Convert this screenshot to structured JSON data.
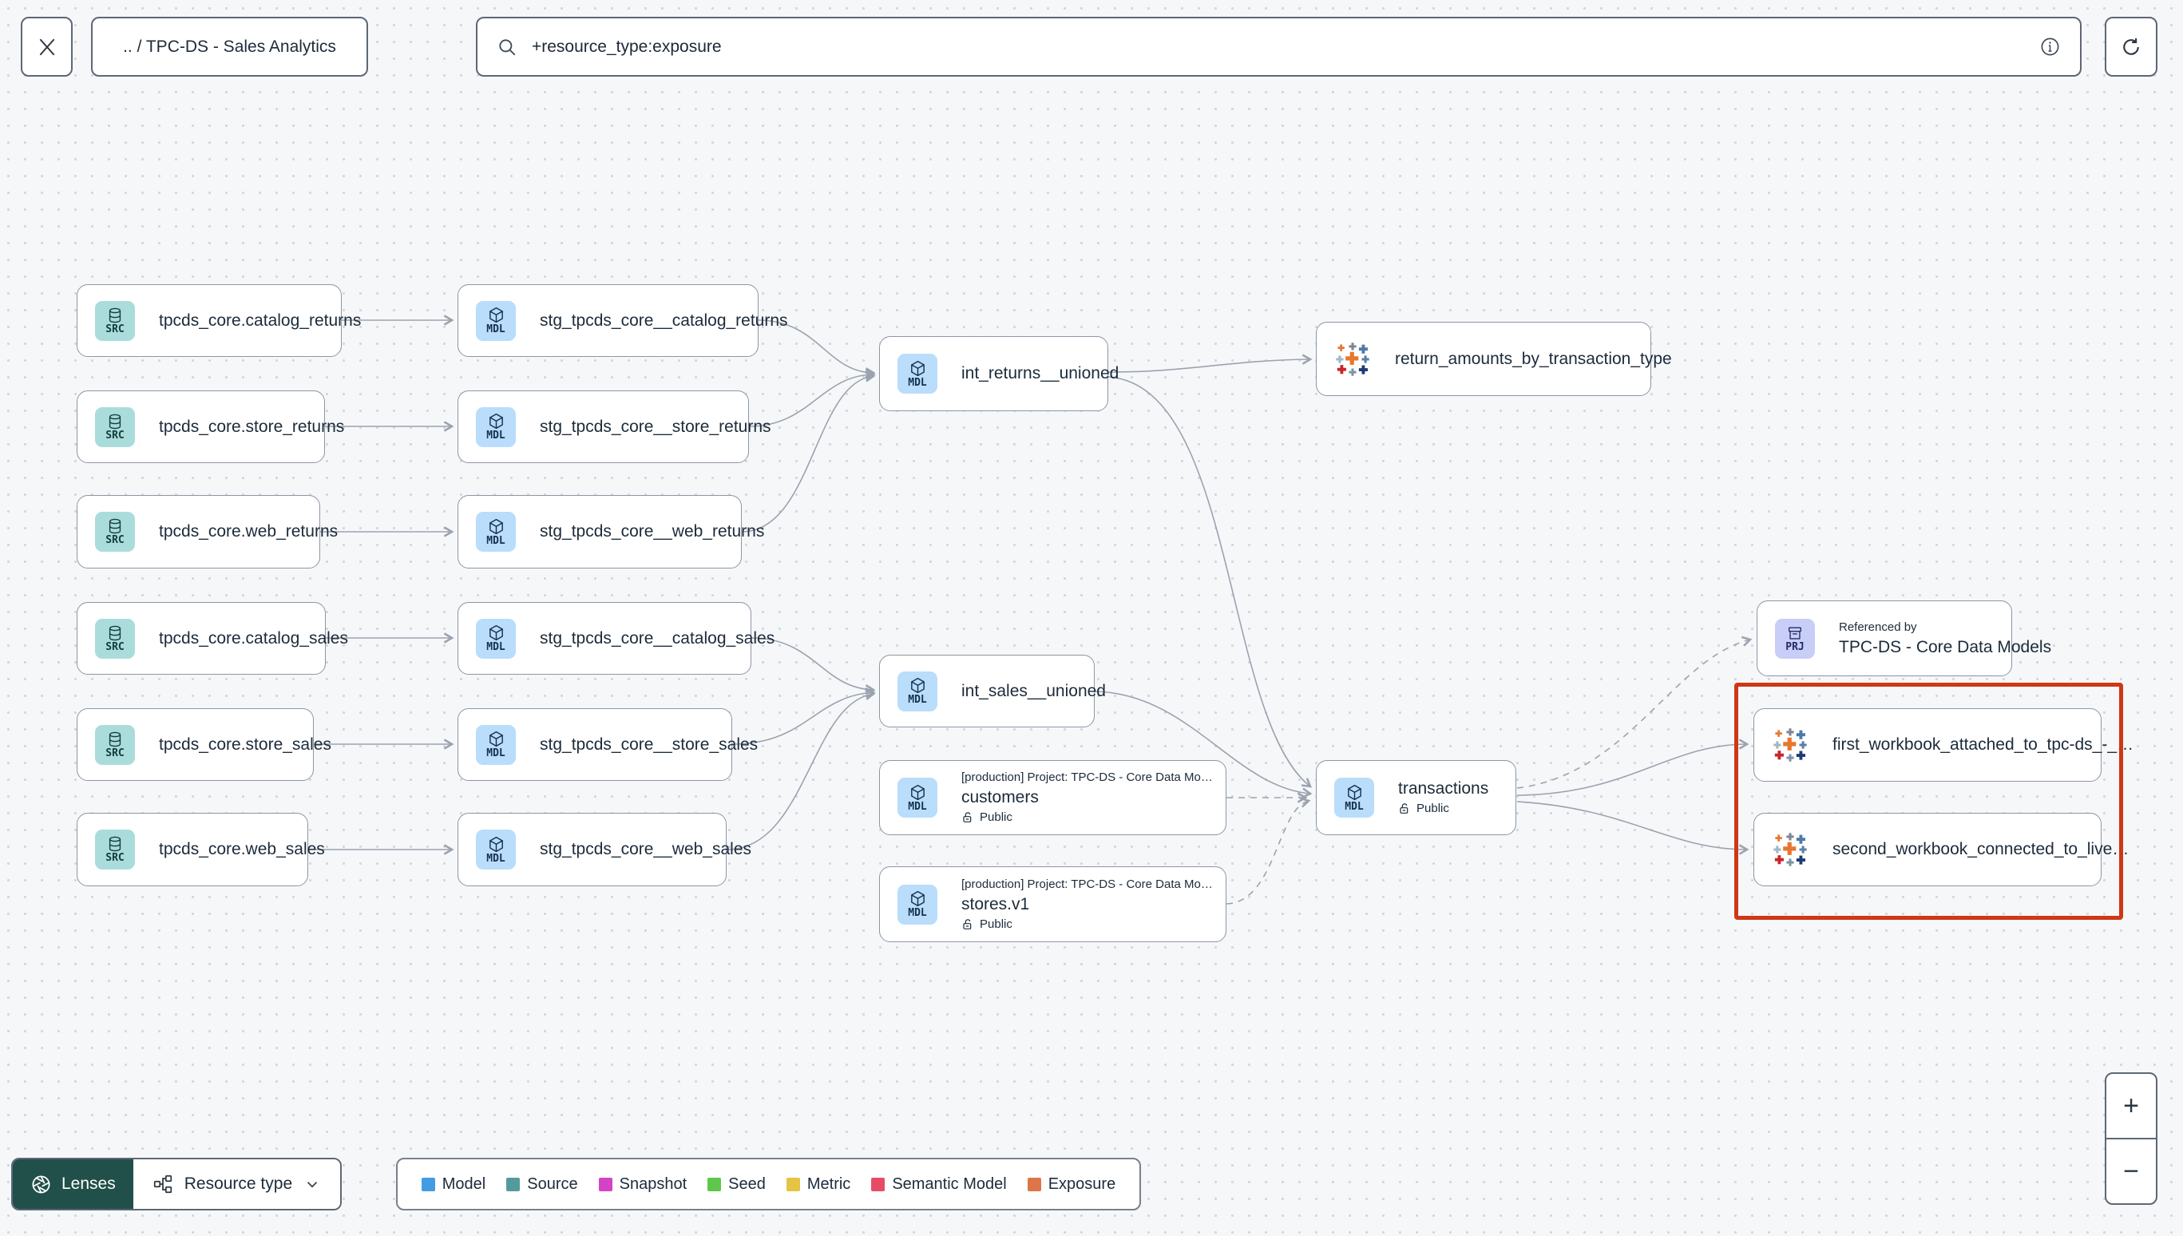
{
  "topbar": {
    "breadcrumb": ".. / TPC-DS - Sales Analytics",
    "search_value": "+resource_type:exposure"
  },
  "icons": {
    "close": "✕",
    "search": "magnifier",
    "info": "circled-i",
    "refresh": "clockwise-arrow",
    "lock_open": "open-padlock",
    "chevron_down": "⌄",
    "zoom_in": "+",
    "zoom_out": "−"
  },
  "colors": {
    "model_icon_bg": "#b9ddfb",
    "source_icon_bg": "#abdcdc",
    "project_icon_bg": "#c8cef8",
    "highlight_border": "#d03714",
    "lenses_bg": "#21504a",
    "edge": "#9ba3af",
    "tableau_palette": [
      "#e8762d",
      "#7b8794",
      "#4e79a7",
      "#9db8c8",
      "#e8762d",
      "#5b7fa6",
      "#c9252d",
      "#7b95a8",
      "#1f3b73"
    ]
  },
  "graph": {
    "badges": {
      "source": "SRC",
      "model": "MDL",
      "project": "PRJ"
    },
    "nodes": [
      {
        "id": "src_catalog_returns",
        "kind": "source",
        "label": "tpcds_core.catalog_returns"
      },
      {
        "id": "src_store_returns",
        "kind": "source",
        "label": "tpcds_core.store_returns"
      },
      {
        "id": "src_web_returns",
        "kind": "source",
        "label": "tpcds_core.web_returns"
      },
      {
        "id": "src_catalog_sales",
        "kind": "source",
        "label": "tpcds_core.catalog_sales"
      },
      {
        "id": "src_store_sales",
        "kind": "source",
        "label": "tpcds_core.store_sales"
      },
      {
        "id": "src_web_sales",
        "kind": "source",
        "label": "tpcds_core.web_sales"
      },
      {
        "id": "stg_catalog_returns",
        "kind": "model",
        "label": "stg_tpcds_core__catalog_returns"
      },
      {
        "id": "stg_store_returns",
        "kind": "model",
        "label": "stg_tpcds_core__store_returns"
      },
      {
        "id": "stg_web_returns",
        "kind": "model",
        "label": "stg_tpcds_core__web_returns"
      },
      {
        "id": "stg_catalog_sales",
        "kind": "model",
        "label": "stg_tpcds_core__catalog_sales"
      },
      {
        "id": "stg_store_sales",
        "kind": "model",
        "label": "stg_tpcds_core__store_sales"
      },
      {
        "id": "stg_web_sales",
        "kind": "model",
        "label": "stg_tpcds_core__web_sales"
      },
      {
        "id": "int_returns_unioned",
        "kind": "model",
        "label": "int_returns__unioned"
      },
      {
        "id": "int_sales_unioned",
        "kind": "model",
        "label": "int_sales__unioned"
      },
      {
        "id": "customers",
        "kind": "model",
        "caption": "[production] Project: TPC-DS - Core Data Mo…",
        "label": "customers",
        "access": "Public"
      },
      {
        "id": "stores_v1",
        "kind": "model",
        "caption": "[production] Project: TPC-DS - Core Data Mo…",
        "label": "stores.v1",
        "access": "Public"
      },
      {
        "id": "transactions",
        "kind": "model",
        "label": "transactions",
        "access": "Public"
      },
      {
        "id": "return_amounts_by_transaction_type",
        "kind": "exposure",
        "label": "return_amounts_by_transaction_type"
      },
      {
        "id": "prj_referenced_by",
        "kind": "project",
        "caption": "Referenced by",
        "label": "TPC-DS - Core Data Models"
      },
      {
        "id": "first_workbook",
        "kind": "exposure",
        "label": "first_workbook_attached_to_tpc-ds_-_…"
      },
      {
        "id": "second_workbook",
        "kind": "exposure",
        "label": "second_workbook_connected_to_live…"
      }
    ]
  },
  "bottombar": {
    "lenses_label": "Lenses",
    "resource_type_label": "Resource type",
    "legend": [
      {
        "label": "Model",
        "color": "#419ce3"
      },
      {
        "label": "Source",
        "color": "#559a9a"
      },
      {
        "label": "Snapshot",
        "color": "#d443c5"
      },
      {
        "label": "Seed",
        "color": "#5ec74c"
      },
      {
        "label": "Metric",
        "color": "#e5c343"
      },
      {
        "label": "Semantic Model",
        "color": "#e64c66"
      },
      {
        "label": "Exposure",
        "color": "#dd7647"
      }
    ],
    "zoom_in": "+",
    "zoom_out": "−"
  }
}
